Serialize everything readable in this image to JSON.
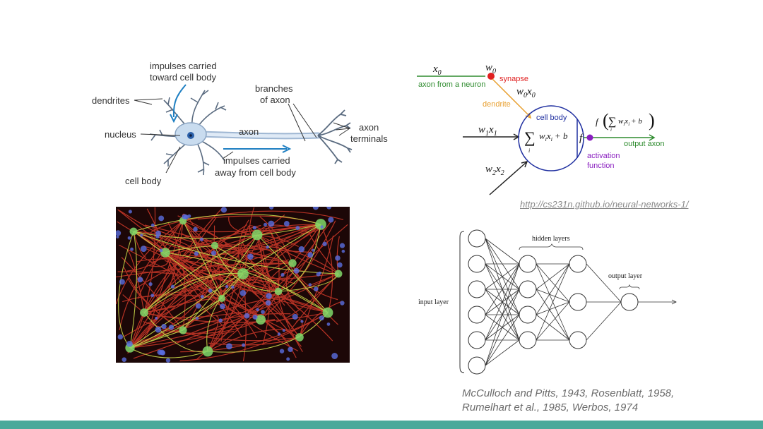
{
  "neuron": {
    "dendrites": "dendrites",
    "impulses_toward_1": "impulses carried",
    "impulses_toward_2": "toward cell body",
    "branches_1": "branches",
    "branches_2": "of axon",
    "nucleus": "nucleus",
    "axon": "axon",
    "axon_terminals_1": "axon",
    "axon_terminals_2": "terminals",
    "impulses_away_1": "impulses carried",
    "impulses_away_2": "away from cell body",
    "cell_body": "cell body"
  },
  "model": {
    "x0": "x",
    "x0_sub": "0",
    "w0": "w",
    "w0_sub": "0",
    "synapse": "synapse",
    "axon_from_neuron": "axon from a neuron",
    "w0x0_a": "w",
    "w0x0_sub1": "0",
    "w0x0_b": "x",
    "w0x0_sub2": "0",
    "dendrite": "dendrite",
    "cell_body": "cell body",
    "w1x1_a": "w",
    "w1x1_sub1": "1",
    "w1x1_b": "x",
    "w1x1_sub2": "1",
    "sum_expr": "w",
    "sum_expr_i": "i",
    "sum_expr_x": "x",
    "sum_expr_tail": "+ b",
    "f": "f",
    "f_out": "f",
    "f_out_inner": "w",
    "f_out_tail": "+ b",
    "output_axon": "output axon",
    "activation_1": "activation",
    "activation_2": "function",
    "w2x2_a": "w",
    "w2x2_sub1": "2",
    "w2x2_b": "x",
    "w2x2_sub2": "2",
    "url": "http://cs231n.github.io/neural-networks-1/"
  },
  "network": {
    "hidden_layers": "hidden layers",
    "output_layer": "output layer",
    "input_layer": "input layer",
    "layer_sizes": [
      6,
      4,
      3,
      1
    ]
  },
  "citation": {
    "line1": "McCulloch and Pitts, 1943, Rosenblatt, 1958,",
    "line2": "Rumelhart et al., 1985, Werbos, 1974"
  },
  "colors": {
    "footer": "#4aa99a",
    "synapse": "#e02020",
    "axon_green": "#2e8b2e",
    "dendrite_orange": "#e8a030",
    "cell_body_blue": "#1f2fa0",
    "activation_purple": "#8a1fc0"
  }
}
